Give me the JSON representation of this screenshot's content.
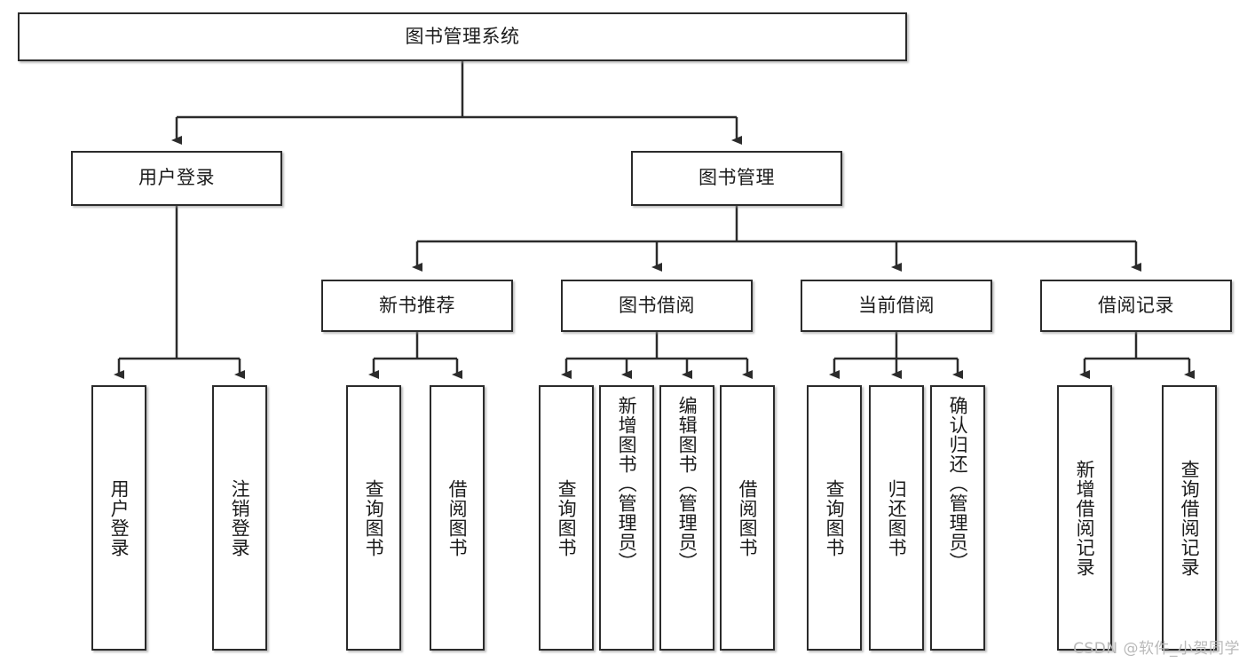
{
  "diagram": {
    "type": "tree-hierarchy",
    "title": "图书管理系统",
    "watermark": "CSDN @软件_小贺同学",
    "colors": {
      "box_border": "#2b2b2b",
      "box_fill": "#ffffff",
      "connector": "#2b2b2b",
      "watermark": "#b9b9b9"
    },
    "nodes": {
      "root": {
        "label": "图书管理系统",
        "level": 1,
        "orientation": "horizontal"
      },
      "l2": [
        {
          "id": "user-login",
          "label": "用户登录",
          "level": 2,
          "orientation": "horizontal"
        },
        {
          "id": "book-manage",
          "label": "图书管理",
          "level": 2,
          "orientation": "horizontal"
        }
      ],
      "l3": [
        {
          "id": "new-book-rec",
          "label": "新书推荐",
          "level": 3,
          "orientation": "horizontal",
          "parent": "book-manage"
        },
        {
          "id": "book-borrow",
          "label": "图书借阅",
          "level": 3,
          "orientation": "horizontal",
          "parent": "book-manage"
        },
        {
          "id": "current-borrow",
          "label": "当前借阅",
          "level": 3,
          "orientation": "horizontal",
          "parent": "book-manage"
        },
        {
          "id": "borrow-record",
          "label": "借阅记录",
          "level": 3,
          "orientation": "horizontal",
          "parent": "book-manage"
        }
      ],
      "leaves": [
        {
          "id": "leaf-user-login",
          "label": "用户登录",
          "parent": "user-login",
          "orientation": "vertical"
        },
        {
          "id": "leaf-logout",
          "label": "注销登录",
          "parent": "user-login",
          "orientation": "vertical"
        },
        {
          "id": "leaf-query-book-1",
          "label": "查询图书",
          "parent": "new-book-rec",
          "orientation": "vertical"
        },
        {
          "id": "leaf-borrow-book-1",
          "label": "借阅图书",
          "parent": "new-book-rec",
          "orientation": "vertical"
        },
        {
          "id": "leaf-query-book-2",
          "label": "查询图书",
          "parent": "book-borrow",
          "orientation": "vertical"
        },
        {
          "id": "leaf-add-book",
          "label": "新增图书（管理员）",
          "parent": "book-borrow",
          "orientation": "vertical"
        },
        {
          "id": "leaf-edit-book",
          "label": "编辑图书（管理员）",
          "parent": "book-borrow",
          "orientation": "vertical"
        },
        {
          "id": "leaf-borrow-book-2",
          "label": "借阅图书",
          "parent": "book-borrow",
          "orientation": "vertical"
        },
        {
          "id": "leaf-query-book-3",
          "label": "查询图书",
          "parent": "current-borrow",
          "orientation": "vertical"
        },
        {
          "id": "leaf-return-book",
          "label": "归还图书",
          "parent": "current-borrow",
          "orientation": "vertical"
        },
        {
          "id": "leaf-confirm-return",
          "label": "确认归还（管理员）",
          "parent": "current-borrow",
          "orientation": "vertical"
        },
        {
          "id": "leaf-add-record",
          "label": "新增借阅记录",
          "parent": "borrow-record",
          "orientation": "vertical"
        },
        {
          "id": "leaf-query-record",
          "label": "查询借阅记录",
          "parent": "borrow-record",
          "orientation": "vertical"
        }
      ]
    }
  }
}
